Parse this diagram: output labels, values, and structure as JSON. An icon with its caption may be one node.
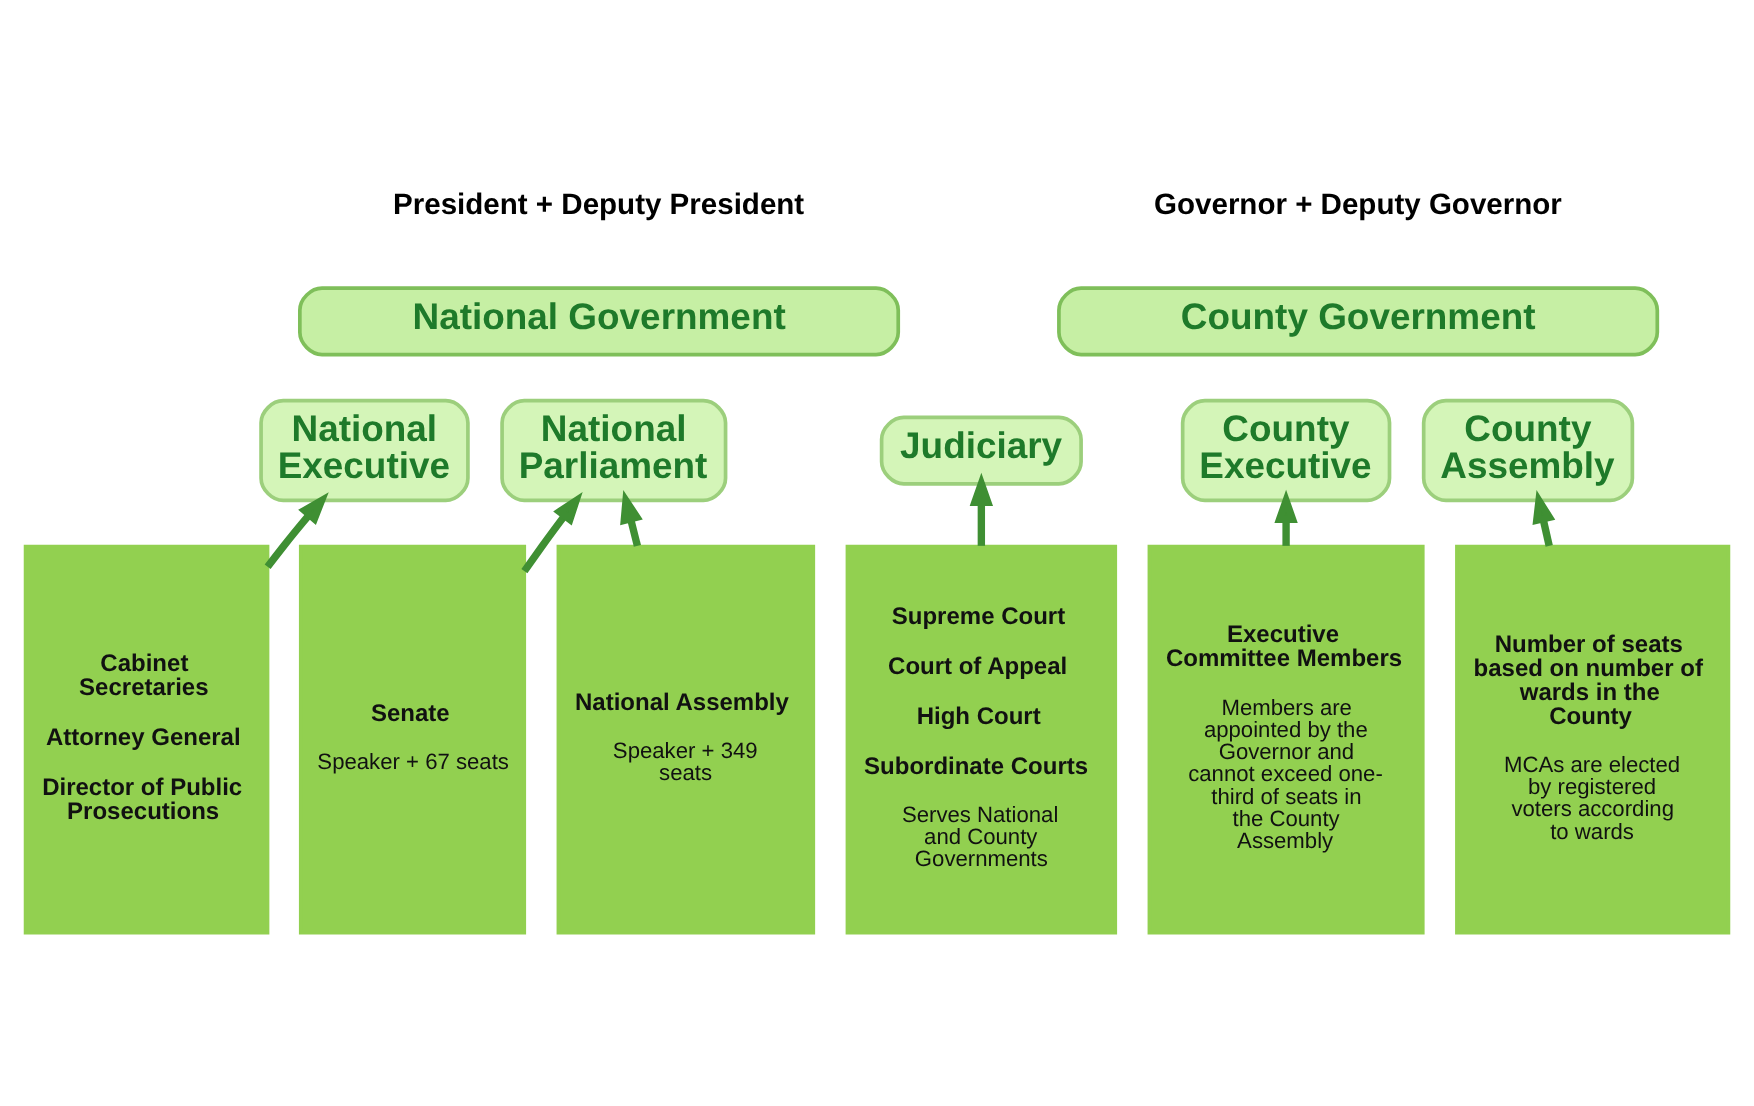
{
  "diagram": {
    "nodes": [
      {
        "text": [
          "National Government"
        ],
        "beside": [
          "President + Deputy President"
        ]
      },
      {
        "text": [
          "County Government"
        ],
        "beside": [
          "Governor + Deputy Governor"
        ]
      },
      {
        "text": [
          "National Executive"
        ]
      },
      {
        "text": [
          "National Parliament"
        ]
      },
      {
        "text": [
          "Judiciary"
        ]
      },
      {
        "text": [
          "County Executive"
        ]
      },
      {
        "text": [
          "County Assembly"
        ]
      },
      {
        "text": [
          "Cabinet Secretaries",
          "Attorney General",
          "Director of Public Prosecutions"
        ]
      },
      {
        "text": [
          "Senate",
          "Speaker + 67 seats"
        ]
      },
      {
        "text": [
          "National Assembly",
          "Speaker + 349 seats"
        ]
      },
      {
        "text": [
          "Supreme Court",
          "Court of Appeal",
          "High Court",
          "Subordinate Courts",
          "Serves National and County Governments"
        ]
      },
      {
        "text": [
          "Executive Committee Members",
          "Members are appointed by the Governor and cannot exceed one-third of seats in the County Assembly"
        ]
      },
      {
        "text": [
          "Number of seats based on number of wards in the County",
          "MCAs are elected by registered voters according to wards"
        ]
      }
    ],
    "edges": [
      {
        "from": 7,
        "to": 2,
        "arrow": "to"
      },
      {
        "from": 8,
        "to": 3,
        "arrow": "to"
      },
      {
        "from": 9,
        "to": 3,
        "arrow": "to"
      },
      {
        "from": 10,
        "to": 4,
        "arrow": "to"
      },
      {
        "from": 11,
        "to": 5,
        "arrow": "to"
      },
      {
        "from": 12,
        "to": 6,
        "arrow": "to"
      }
    ]
  }
}
